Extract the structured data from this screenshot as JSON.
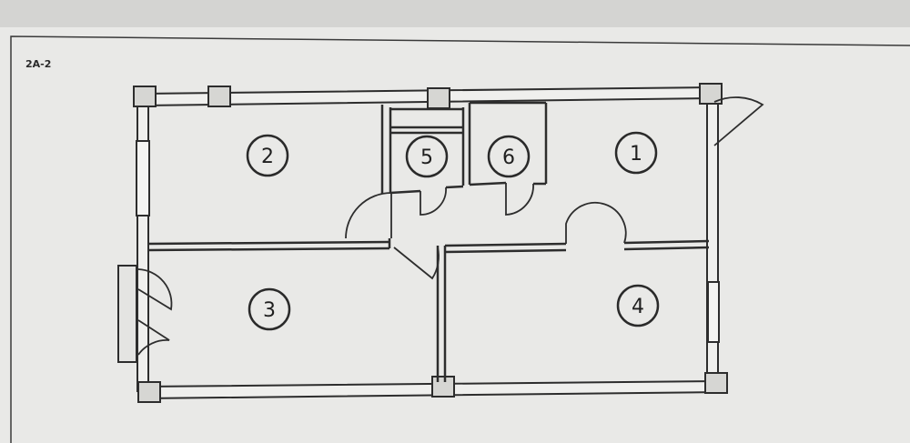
{
  "sheet_code": "2A-2",
  "rooms": [
    {
      "id": "room-1",
      "label": "1"
    },
    {
      "id": "room-2",
      "label": "2"
    },
    {
      "id": "room-3",
      "label": "3"
    },
    {
      "id": "room-4",
      "label": "4"
    },
    {
      "id": "room-5",
      "label": "5"
    },
    {
      "id": "room-6",
      "label": "6"
    }
  ],
  "colors": {
    "paper": "#e9e9e7",
    "ink": "#2d2d2d"
  }
}
